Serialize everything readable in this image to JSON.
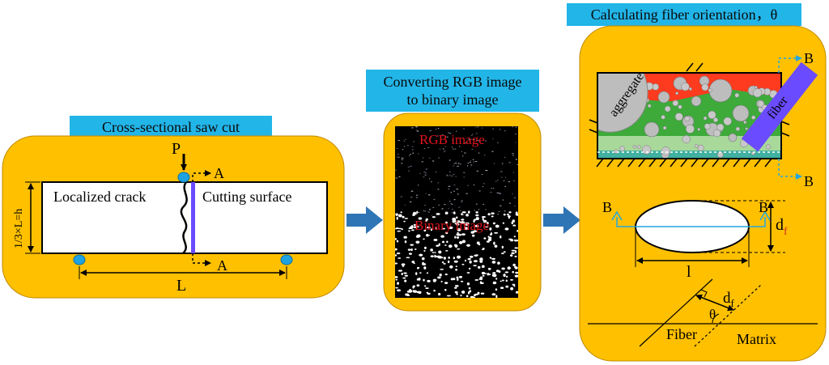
{
  "panels": {
    "saw_cut": {
      "title": "Cross-sectional saw cut",
      "load_label": "P",
      "section_label_top": "A",
      "section_label_bottom": "A",
      "left_region": "Localized crack",
      "right_region": "Cutting surface",
      "height_label": "1/3×L=h",
      "span_label": "L"
    },
    "conversion": {
      "title_line1": "Converting RGB image",
      "title_line2": "to binary image",
      "rgb_label": "RGB image",
      "binary_label": "Binary image"
    },
    "orientation": {
      "title": "Calculating fiber orientation，θ",
      "aggregate_label": "aggregate",
      "fiber_label": "fiber",
      "section_top": "B",
      "section_bottom": "B",
      "ellipse_left": "B",
      "ellipse_right": "B",
      "diameter_symbol": "d",
      "diameter_subscript": "f",
      "length_label": "l",
      "angle_label": "θ",
      "fiber_text": "Fiber",
      "matrix_text": "Matrix"
    }
  },
  "colors": {
    "panel_fill": "#FFC000",
    "label_box": "#22B5E8",
    "arrow": "#2E75B6",
    "support": "#1FA2E0",
    "cut_line": "#6A4BFF",
    "fiber": "#6A4BFF",
    "matrix_red": "#FF3B1F",
    "matrix_green": "#3DAA3A",
    "matrix_light": "#A8D89A",
    "matrix_teal": "#40B0A0",
    "aggregate": "#BDBDBD",
    "subscript_red": "#D03020",
    "rgb_label": "#E0141C"
  }
}
